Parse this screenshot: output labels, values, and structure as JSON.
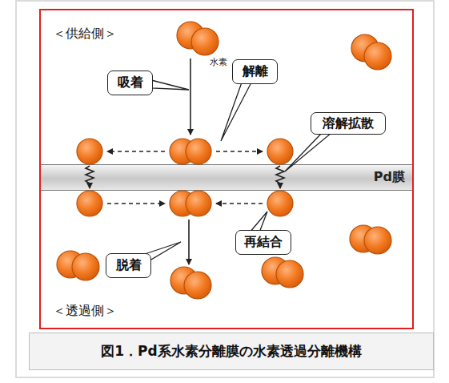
{
  "diagram": {
    "caption": "図1．Pd系水素分離膜の水素透過分離機構",
    "nodes": [
      {
        "text": [
          "吸着"
        ]
      },
      {
        "text": [
          "解離"
        ]
      },
      {
        "text": [
          "溶解拡散"
        ]
      },
      {
        "text": [
          "Pd膜"
        ]
      },
      {
        "text": [
          "再結合"
        ]
      },
      {
        "text": [
          "脱着"
        ]
      }
    ],
    "labels": [
      "＜供給側＞",
      "水素",
      "＜透過側＞"
    ]
  }
}
